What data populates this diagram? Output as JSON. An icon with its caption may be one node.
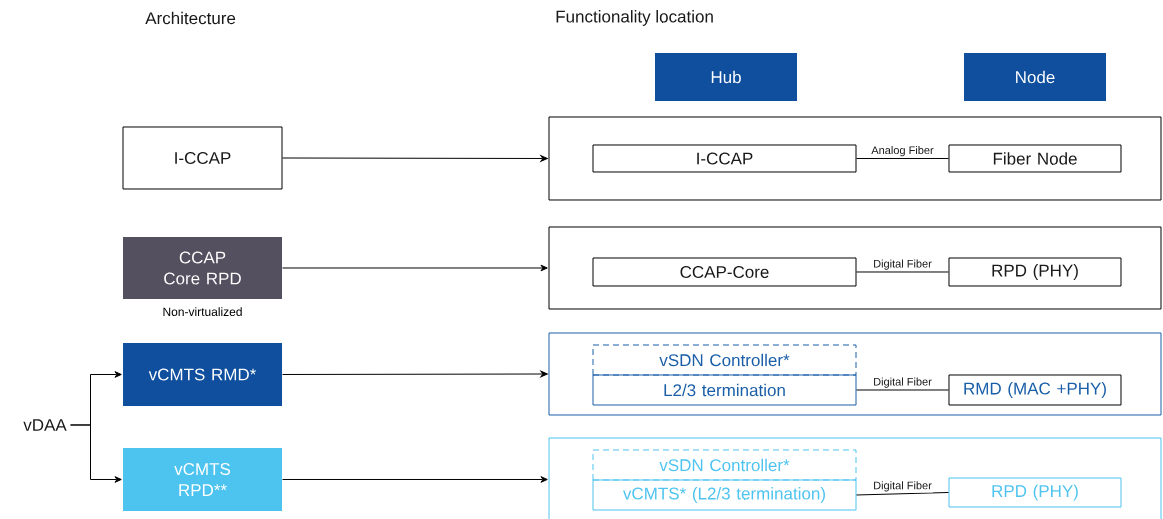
{
  "diagram": {
    "nodes": [
      {
        "text": [
          "Hub"
        ]
      },
      {
        "text": [
          "Node"
        ]
      },
      {
        "text": [
          "I-CCAP"
        ]
      },
      {
        "text": [
          "CCAP Core RPD"
        ],
        "beside": [
          "Non-virtualized"
        ]
      },
      {
        "text": [
          "vCMTS RMD*"
        ]
      },
      {
        "text": [
          "vCMTS RPD**"
        ]
      },
      {
        "text": [
          "vDAA"
        ]
      },
      {
        "text": [],
        "shape": "box"
      },
      {
        "text": [
          "I-CCAP"
        ],
        "in": 7
      },
      {
        "text": [
          "Fiber Node"
        ],
        "in": 7
      },
      {
        "text": [],
        "shape": "box"
      },
      {
        "text": [
          "CCAP-Core"
        ],
        "in": 10
      },
      {
        "text": [
          "RPD (PHY)"
        ],
        "in": 10
      },
      {
        "text": [],
        "shape": "box"
      },
      {
        "text": [
          "vSDN Controller*"
        ],
        "in": 13
      },
      {
        "text": [
          "L2/3 termination"
        ],
        "in": 13
      },
      {
        "text": [
          "RMD (MAC +PHY)"
        ],
        "in": 13
      },
      {
        "text": [],
        "shape": "box"
      },
      {
        "text": [
          "vSDN Controller*"
        ],
        "in": 17
      },
      {
        "text": [
          "vCMTS* (L2/3 termination)"
        ],
        "in": 17
      },
      {
        "text": [
          "RPD (PHY)"
        ],
        "in": 17
      }
    ],
    "edges": [
      {
        "from": 2,
        "to": 7,
        "arrow": "to"
      },
      {
        "from": 3,
        "to": 10,
        "arrow": "to"
      },
      {
        "from": 4,
        "to": 13,
        "arrow": "to"
      },
      {
        "from": 5,
        "to": 17,
        "arrow": "to"
      },
      {
        "from": 6,
        "to": 4,
        "arrow": "to"
      },
      {
        "from": 6,
        "to": 5,
        "arrow": "to"
      },
      {
        "from": 8,
        "to": 9,
        "arrow": "none",
        "label": "Analog Fiber"
      },
      {
        "from": 11,
        "to": 12,
        "arrow": "none",
        "label": "Digital Fiber"
      },
      {
        "from": 15,
        "to": 16,
        "arrow": "none",
        "label": "Digital Fiber"
      },
      {
        "from": 19,
        "to": 20,
        "arrow": "none",
        "label": "Digital Fiber"
      }
    ],
    "labels": [
      "Architecture",
      "Functionality location"
    ]
  }
}
